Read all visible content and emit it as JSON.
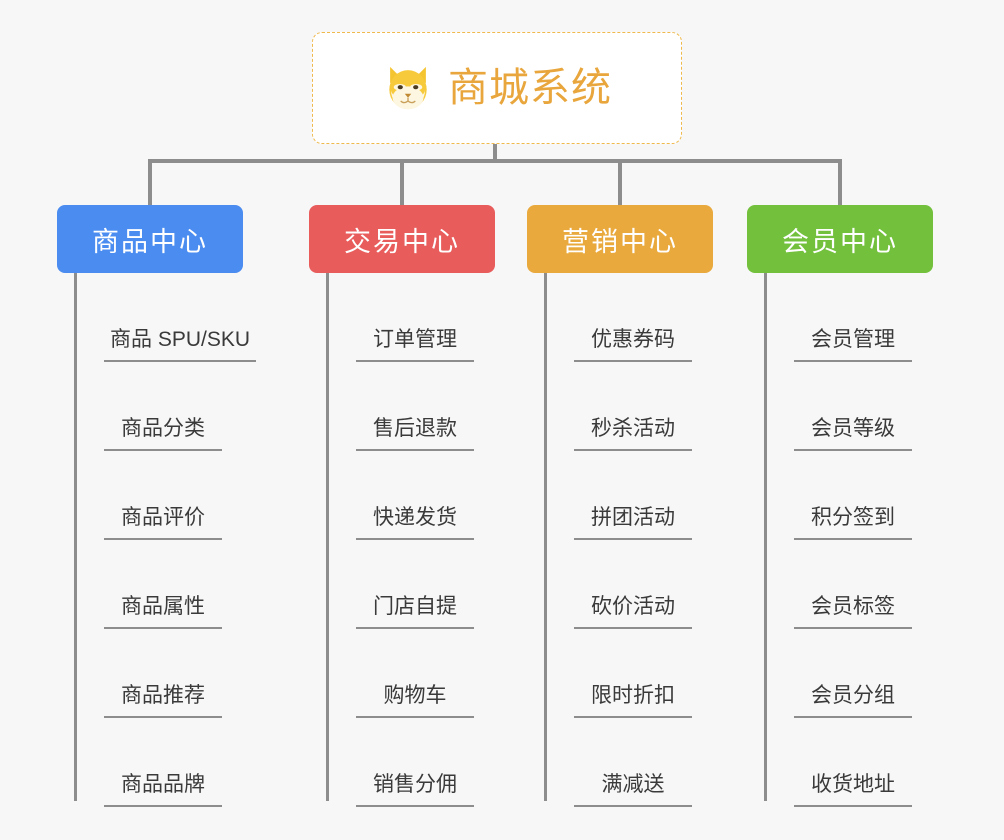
{
  "root": {
    "title": "商城系统",
    "icon": "shiba-inu-dog-face-icon",
    "border_color": "#efb94b",
    "text_color": "#e8a63c",
    "background": "#ffffff"
  },
  "canvas": {
    "background": "#f7f7f7",
    "connector_color": "#8d8d8d"
  },
  "groups": [
    {
      "label": "商品中心",
      "color": "#4a8cf0",
      "items": [
        "商品 SPU/SKU",
        "商品分类",
        "商品评价",
        "商品属性",
        "商品推荐",
        "商品品牌"
      ]
    },
    {
      "label": "交易中心",
      "color": "#e85c5c",
      "items": [
        "订单管理",
        "售后退款",
        "快递发货",
        "门店自提",
        "购物车",
        "销售分佣"
      ]
    },
    {
      "label": "营销中心",
      "color": "#e9a93d",
      "items": [
        "优惠券码",
        "秒杀活动",
        "拼团活动",
        "砍价活动",
        "限时折扣",
        "满减送"
      ]
    },
    {
      "label": "会员中心",
      "color": "#72c03c",
      "items": [
        "会员管理",
        "会员等级",
        "积分签到",
        "会员标签",
        "会员分组",
        "收货地址"
      ]
    }
  ]
}
